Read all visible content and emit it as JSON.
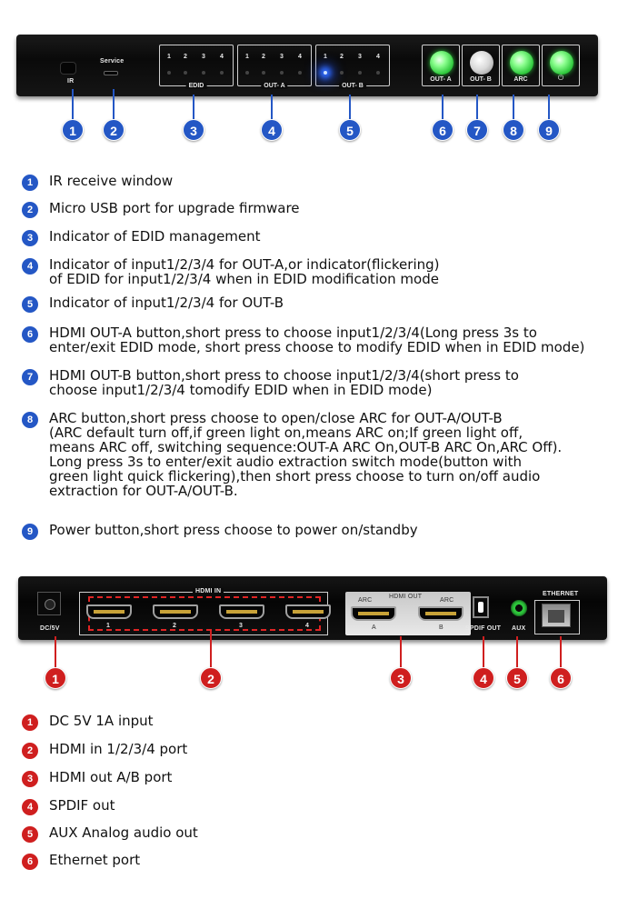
{
  "front_panel": {
    "ir_label": "IR",
    "service_label": "Service",
    "edid_label": "EDID",
    "out_a_label": "OUT- A",
    "out_b_label": "OUT- B",
    "led_numbers": [
      "1",
      "2",
      "3",
      "4"
    ],
    "btn_out_a_label": "OUT- A",
    "btn_out_b_label": "OUT- B",
    "btn_arc_label": "ARC",
    "power_glyph": "⏻"
  },
  "front_callouts": [
    "1",
    "2",
    "3",
    "4",
    "5",
    "6",
    "7",
    "8",
    "9"
  ],
  "front_descriptions": [
    {
      "num": "1",
      "text": "IR receive window"
    },
    {
      "num": "2",
      "text": "Micro USB port for upgrade firmware"
    },
    {
      "num": "3",
      "text": "Indicator of EDID management"
    },
    {
      "num": "4",
      "text": "Indicator of input1/2/3/4 for OUT-A,or indicator(flickering)\nof EDID for input1/2/3/4 when in EDID modification mode"
    },
    {
      "num": "5",
      "text": "Indicator of input1/2/3/4 for OUT-B"
    },
    {
      "num": "6",
      "text": "HDMI OUT-A button,short press to choose input1/2/3/4(Long press 3s to\nenter/exit EDID mode, short press choose to modify EDID when in EDID mode)"
    },
    {
      "num": "7",
      "text": "HDMI OUT-B button,short press to choose input1/2/3/4(short press to\nchoose input1/2/3/4 tomodify EDID when in EDID mode)"
    },
    {
      "num": "8",
      "text": "ARC button,short press choose to open/close ARC for OUT-A/OUT-B\n(ARC default turn off,if green light on,means ARC on;If green light off,\nmeans ARC off, switching sequence:OUT-A ARC On,OUT-B ARC On,ARC Off).\nLong press 3s to enter/exit audio extraction switch mode(button with\ngreen light quick flickering),then short press choose to turn on/off audio\nextraction for OUT-A/OUT-B."
    },
    {
      "num": "9",
      "text": "Power button,short press choose to power on/standby"
    }
  ],
  "rear_panel": {
    "dc_label": "DC/5V",
    "hdmi_in_label": "HDMI IN",
    "hdmi_in_port_labels": [
      "1",
      "2",
      "3",
      "4"
    ],
    "hdmi_out_label": "HDMI OUT",
    "arc_label": "ARC",
    "out_port_labels": [
      "A",
      "B"
    ],
    "spdif_label": "SPDIF OUT",
    "aux_label": "AUX",
    "ethernet_label": "ETHERNET"
  },
  "rear_callouts": [
    "1",
    "2",
    "3",
    "4",
    "5",
    "6"
  ],
  "rear_descriptions": [
    {
      "num": "1",
      "text": "DC 5V 1A input"
    },
    {
      "num": "2",
      "text": "HDMI in 1/2/3/4 port"
    },
    {
      "num": "3",
      "text": "HDMI out A/B port"
    },
    {
      "num": "4",
      "text": "SPDIF out"
    },
    {
      "num": "5",
      "text": "AUX Analog audio out"
    },
    {
      "num": "6",
      "text": "Ethernet port"
    }
  ],
  "colors": {
    "front_accent": "#2457c5",
    "rear_accent": "#cf1f1f",
    "led_green": "#2ec83c",
    "led_blue": "#2f6cff"
  }
}
